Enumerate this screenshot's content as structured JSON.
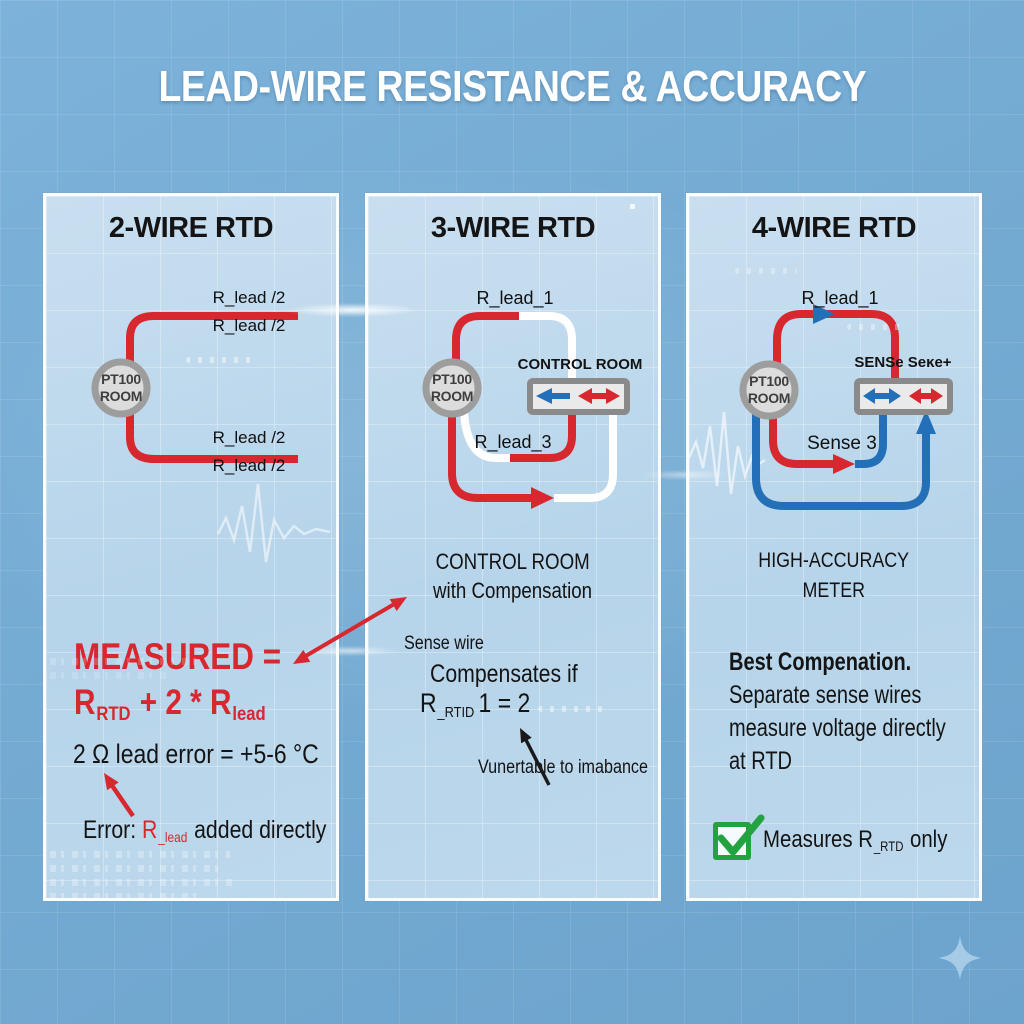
{
  "title": "LEAD-WIRE RESISTANCE & ACCURACY",
  "colors": {
    "page_bg": "#74abd3",
    "panel_bg": "#bdd8ec",
    "accent_red": "#d7282f",
    "wire_blue": "#2470b8",
    "wire_white": "#ffffff",
    "check_green": "#23a33f",
    "text_dark": "#141414",
    "sensor_gray": "#9d9d9d"
  },
  "icons": {
    "check": "checkmark-in-green-box",
    "sparkle": "four-point-star",
    "box_arrows": "blue-and-red-direction-arrows"
  },
  "panels": {
    "two_wire": {
      "heading": "2-WIRE RTD",
      "sensor": {
        "line1": "PT100",
        "line2": "ROOM"
      },
      "wire_labels": {
        "top_above": "R_lead /2",
        "top_below": "R_lead /2",
        "bottom_above": "R_lead /2",
        "bottom_below": "R_lead /2"
      },
      "measured_line1": "MEASURED =",
      "formula": {
        "r1": "R",
        "sub1": "RTD",
        "mid": " + 2 * R",
        "sub2": "lead"
      },
      "lead_error": "2 Ω lead error = +5-6 °C",
      "error_note": {
        "prefix": "Error: ",
        "r": "R",
        "sub": "_lead",
        "suffix": " added directly"
      }
    },
    "three_wire": {
      "heading": "3-WIRE RTD",
      "sensor": {
        "line1": "PT100",
        "line2": "ROOM"
      },
      "top_wire_label": "R_lead_1",
      "mid_wire_label": "R_lead_3",
      "box_label": "CONTROL ROOM",
      "control_room": {
        "line1": "CONTROL ROOM",
        "line2": "with Compensation"
      },
      "sense_wire": "Sense wire",
      "compensates": {
        "line1": "Compensates if",
        "r": "R",
        "sub": "_RTID",
        "suffix": "1 = 2"
      },
      "vulnerable": "Vunertable to imabance"
    },
    "four_wire": {
      "heading": "4-WIRE RTD",
      "sensor": {
        "line1": "PT100",
        "line2": "ROOM"
      },
      "top_wire_label": "R_lead_1",
      "box_label": "SENSe Seĸe+",
      "sense_label": "Sense 3",
      "meter": {
        "line1": "HIGH-ACCURACY",
        "line2": "METER"
      },
      "notes": {
        "line1": "Best Compenation.",
        "line2": "Separate sense wires",
        "line3": "measure voltage directly",
        "line4": "at RTD"
      },
      "measures": {
        "prefix": "Measures R",
        "sub": "_RTD",
        "suffix": " only"
      }
    }
  }
}
